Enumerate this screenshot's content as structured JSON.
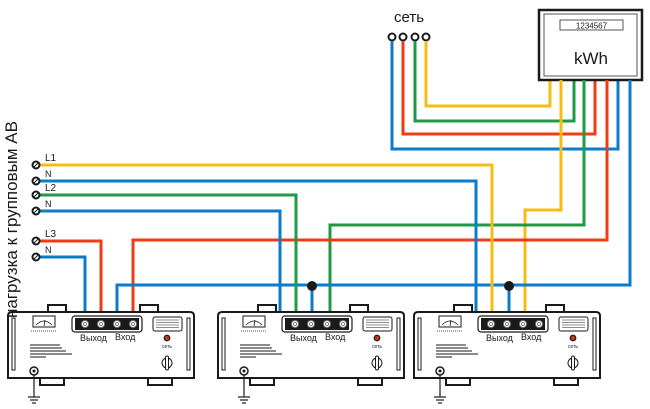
{
  "colors": {
    "L1": "#f5bd14",
    "L2": "#1e9a46",
    "L3": "#ee3d12",
    "N": "#0a7ccb",
    "outline": "#1a1a1a"
  },
  "mains_label": "сеть",
  "side_label": "нагрузка к групповым АВ",
  "meter": {
    "display": "1234567",
    "unit": "kWh"
  },
  "load_terminals": [
    {
      "label": "L1",
      "phase": "L1"
    },
    {
      "label": "N",
      "phase": "N"
    },
    {
      "label": "L2",
      "phase": "L2"
    },
    {
      "label": "N",
      "phase": "N"
    },
    {
      "label": "L3",
      "phase": "L3"
    },
    {
      "label": "N",
      "phase": "N"
    }
  ],
  "stabilizers": [
    {
      "output_label": "Выход",
      "input_label": "Вход",
      "indicator_label": "сеть",
      "phase": "L3"
    },
    {
      "output_label": "Выход",
      "input_label": "Вход",
      "indicator_label": "сеть",
      "phase": "L2"
    },
    {
      "output_label": "Выход",
      "input_label": "Вход",
      "indicator_label": "сеть",
      "phase": "L1"
    }
  ]
}
